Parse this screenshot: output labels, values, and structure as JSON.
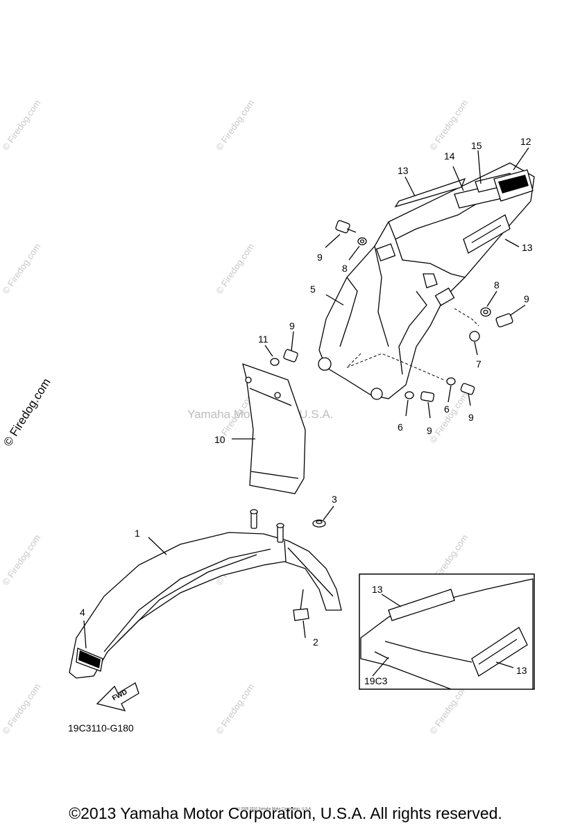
{
  "watermark": {
    "site": "© Firedog.com",
    "corp": "Yamaha Motor Corp, U.S.A."
  },
  "callouts": {
    "n1": "1",
    "n2": "2",
    "n3": "3",
    "n4": "4",
    "n5": "5",
    "n6a": "6",
    "n6b": "6",
    "n7": "7",
    "n8a": "8",
    "n8b": "8",
    "n9a": "9",
    "n9b": "9",
    "n9c": "9",
    "n9d": "9",
    "n9e": "9",
    "n10": "10",
    "n11": "11",
    "n12": "12",
    "n13a": "13",
    "n13b": "13",
    "n13c": "13",
    "n13d": "13",
    "n14": "14",
    "n15": "15"
  },
  "inset": {
    "code": "19C3"
  },
  "fwd_label": "FWD",
  "diagram_code": "19C3110-G180",
  "small_print": "(c) 2008 2016 Yamaha Motor Corporation, U.S.A.",
  "footer": "©2013 Yamaha Motor Corporation, U.S.A. All rights reserved."
}
